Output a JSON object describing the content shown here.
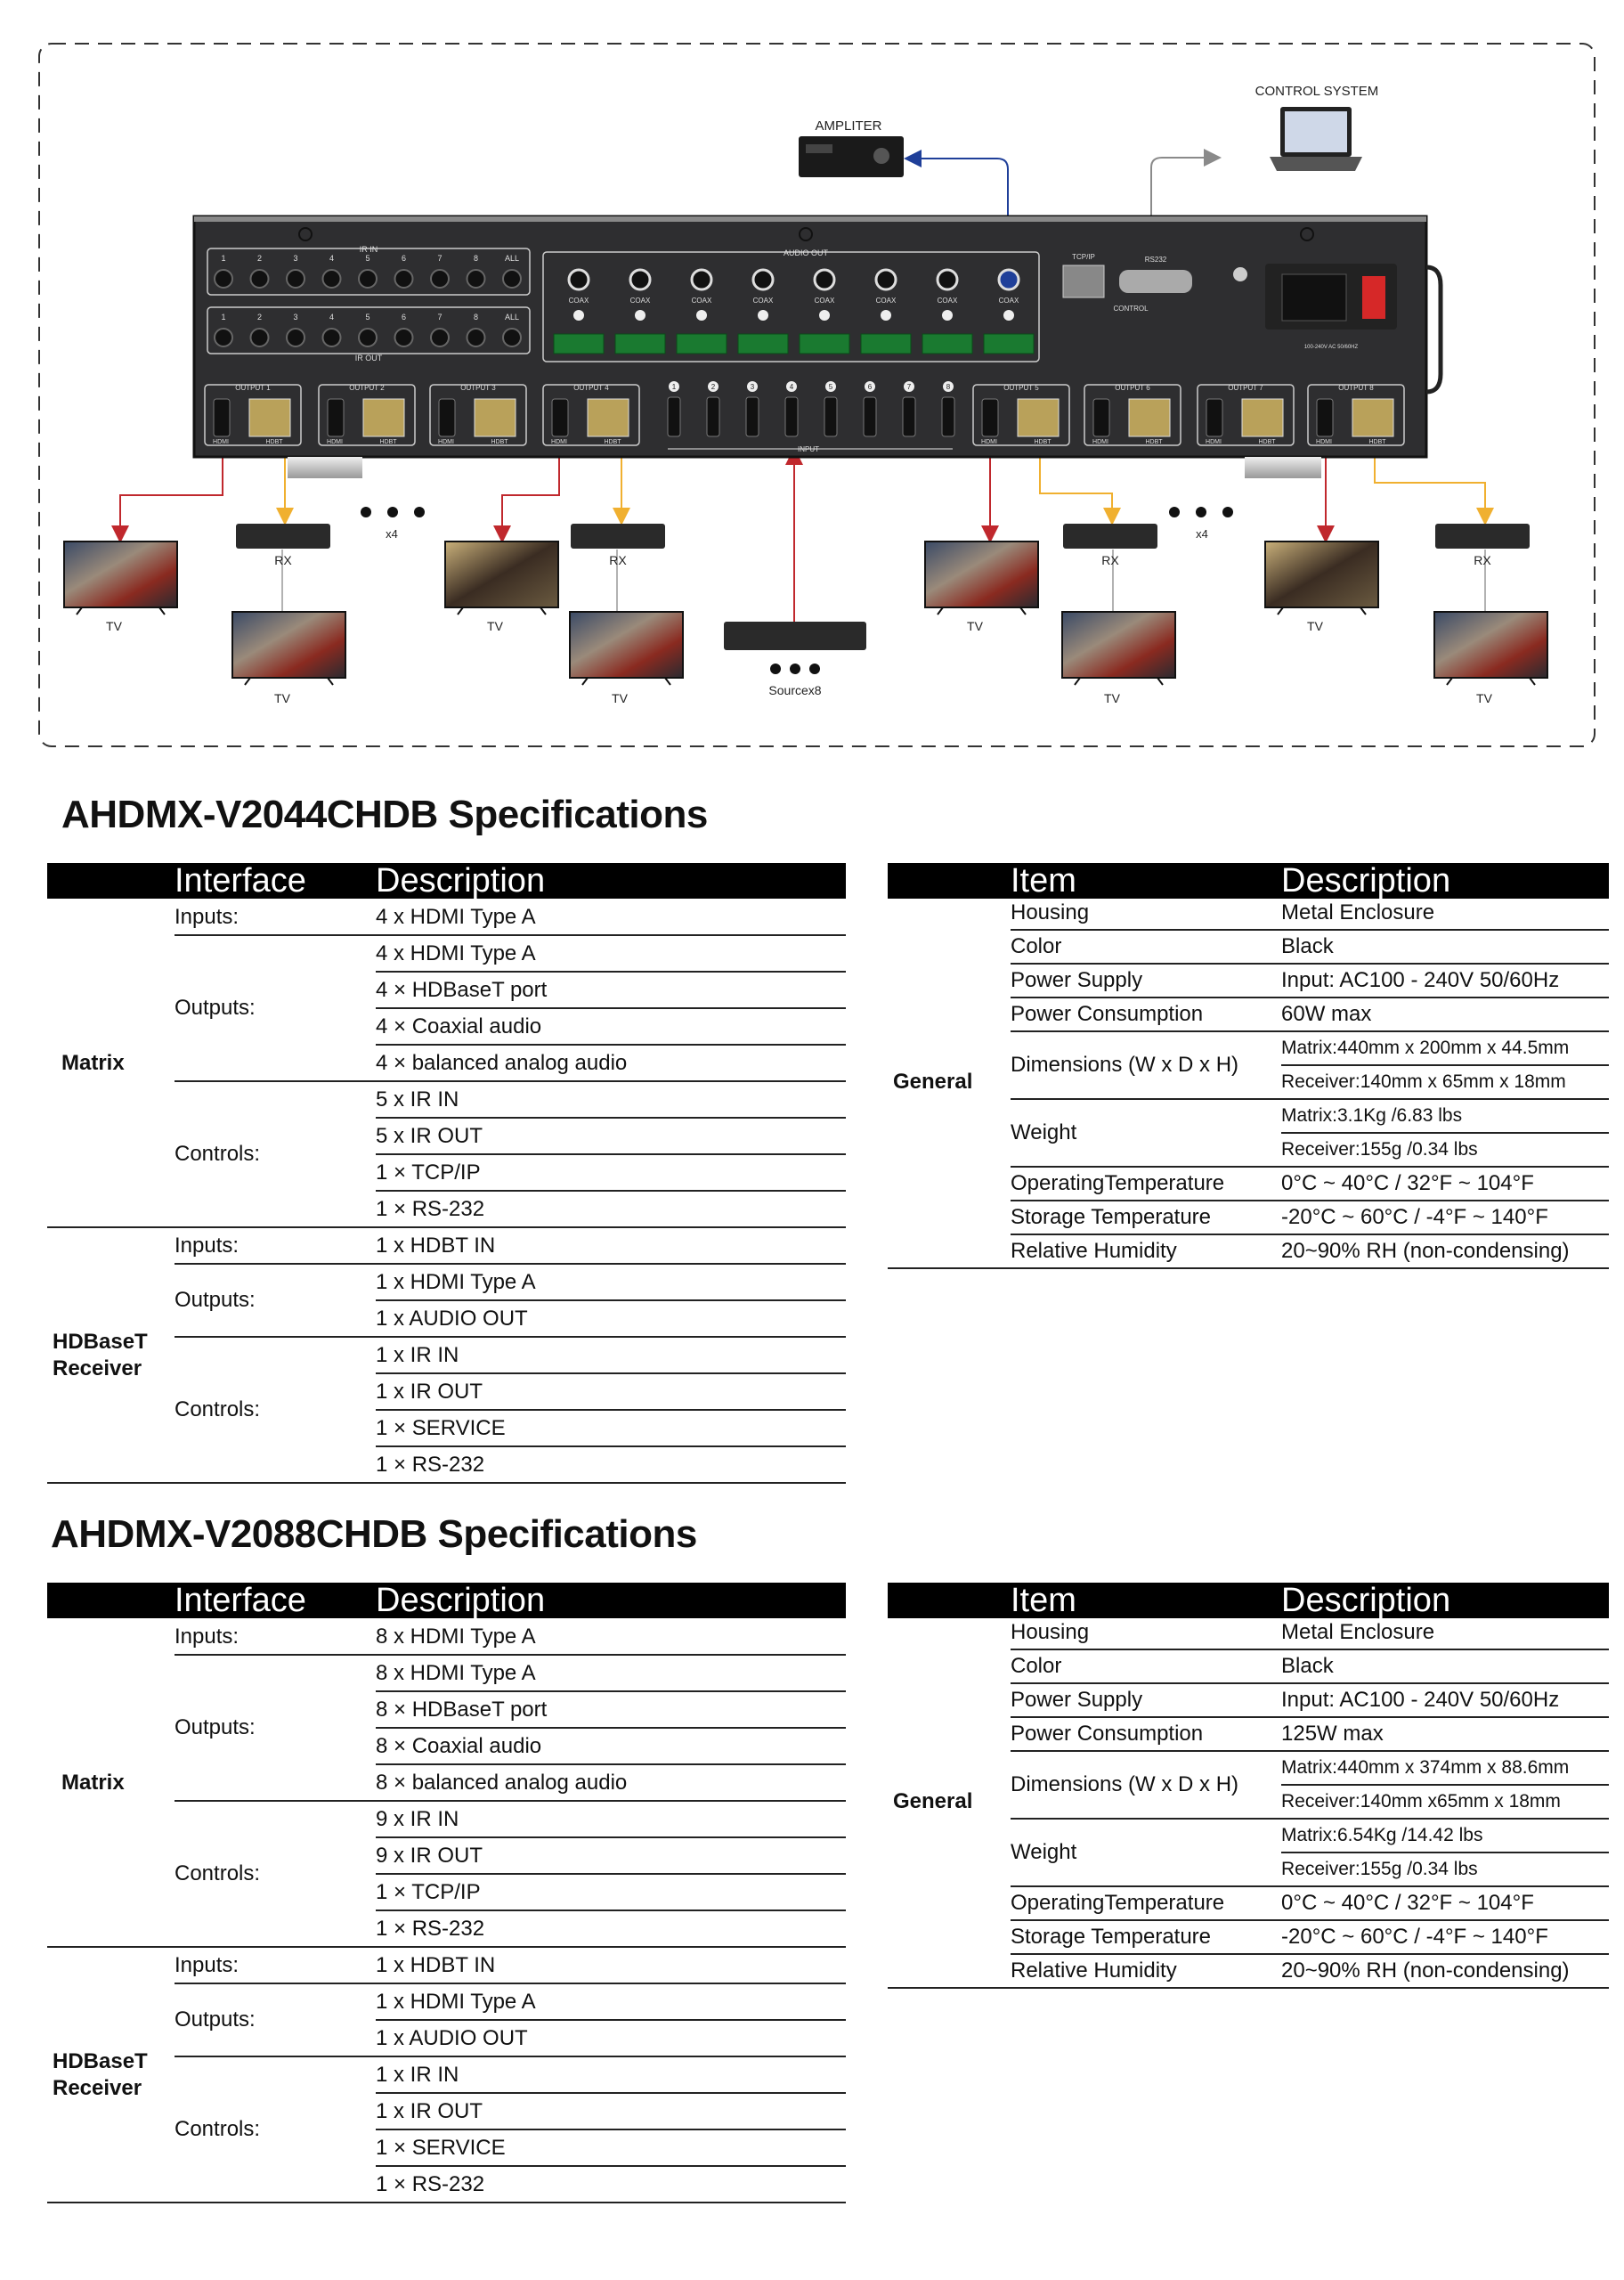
{
  "diagram": {
    "amplifier_label": "AMPLITER",
    "control_system_label": "CONTROL SYSTEM",
    "rx_label": "RX",
    "tv_label": "TV",
    "source_label": "Sourcex8",
    "multiplier_label": "x4",
    "device": {
      "ir_in": "IR IN",
      "ir_out": "IR OUT",
      "ir_port_labels": [
        "1",
        "2",
        "3",
        "4",
        "5",
        "6",
        "7",
        "8",
        "ALL"
      ],
      "audio_out": "AUDIO OUT",
      "coax": "COAX",
      "tcpip": "TCP/IP",
      "rs232": "RS232",
      "control": "CONTROL",
      "input": "INPUT",
      "hdmi": "HDMI",
      "hdbt": "HDBT",
      "outputs": [
        "OUTPUT 1",
        "OUTPUT 2",
        "OUTPUT 3",
        "OUTPUT 4",
        "OUTPUT 5",
        "OUTPUT 6",
        "OUTPUT 7",
        "OUTPUT 8"
      ],
      "input_numbers": [
        "1",
        "2",
        "3",
        "4",
        "5",
        "6",
        "7",
        "8"
      ],
      "power_rating": "100-240V AC 50/60HZ"
    },
    "colors": {
      "hdmi_line": "#c0282d",
      "hdbt_line": "#f0b030",
      "audio_line": "#1f3f99",
      "control_line": "#8a8a8a"
    }
  },
  "spec1": {
    "title": "AHDMX-V2044CHDB Specifications",
    "left": {
      "header": [
        "Interface",
        "Description"
      ],
      "groups": [
        {
          "name": "Matrix",
          "sections": [
            {
              "label": "Inputs:",
              "items": [
                "4 x HDMI Type A"
              ]
            },
            {
              "label": "Outputs:",
              "items": [
                "4 x HDMI Type A",
                "4 × HDBaseT port",
                "4 × Coaxial audio",
                "4 × balanced analog audio"
              ]
            },
            {
              "label": "Controls:",
              "items": [
                "5 x IR IN",
                "5 x IR OUT",
                "1 × TCP/IP",
                "1 × RS-232"
              ]
            }
          ]
        },
        {
          "name": "HDBaseT Receiver",
          "sections": [
            {
              "label": "Inputs:",
              "items": [
                "1 x HDBT IN"
              ]
            },
            {
              "label": "Outputs:",
              "items": [
                "1 x HDMI Type A",
                "1 x AUDIO OUT"
              ]
            },
            {
              "label": "Controls:",
              "items": [
                "1 x IR IN",
                "1 x IR OUT",
                "1 × SERVICE",
                "1 × RS-232"
              ]
            }
          ]
        }
      ]
    },
    "right": {
      "header": [
        "Item",
        "Description"
      ],
      "group": "General",
      "rows": [
        {
          "item": "Housing",
          "values": [
            "Metal Enclosure"
          ]
        },
        {
          "item": "Color",
          "values": [
            "Black"
          ]
        },
        {
          "item": "Power Supply",
          "values": [
            "Input: AC100 - 240V 50/60Hz"
          ]
        },
        {
          "item": "Power Consumption",
          "values": [
            "60W max"
          ]
        },
        {
          "item": "Dimensions (W x D x H)",
          "values": [
            "Matrix:440mm x 200mm x 44.5mm",
            "Receiver:140mm x 65mm x 18mm"
          ]
        },
        {
          "item": "Weight",
          "values": [
            "Matrix:3.1Kg /6.83 lbs",
            "Receiver:155g /0.34 lbs"
          ]
        },
        {
          "item": "OperatingTemperature",
          "values": [
            "0°C ~ 40°C / 32°F ~ 104°F"
          ]
        },
        {
          "item": "Storage Temperature",
          "values": [
            "-20°C ~ 60°C / -4°F ~ 140°F"
          ]
        },
        {
          "item": "Relative Humidity",
          "values": [
            "20~90% RH (non-condensing)"
          ]
        }
      ]
    }
  },
  "spec2": {
    "title": "AHDMX-V2088CHDB Specifications",
    "left": {
      "header": [
        "Interface",
        "Description"
      ],
      "groups": [
        {
          "name": "Matrix",
          "sections": [
            {
              "label": "Inputs:",
              "items": [
                "8 x HDMI Type A"
              ]
            },
            {
              "label": "Outputs:",
              "items": [
                "8 x HDMI Type A",
                "8 × HDBaseT port",
                "8 × Coaxial audio",
                "8 × balanced analog audio"
              ]
            },
            {
              "label": "Controls:",
              "items": [
                "9 x IR IN",
                "9 x IR OUT",
                "1 × TCP/IP",
                "1 × RS-232"
              ]
            }
          ]
        },
        {
          "name": "HDBaseT Receiver",
          "sections": [
            {
              "label": "Inputs:",
              "items": [
                "1 x HDBT IN"
              ]
            },
            {
              "label": "Outputs:",
              "items": [
                "1 x HDMI Type A",
                "1 x AUDIO OUT"
              ]
            },
            {
              "label": "Controls:",
              "items": [
                "1 x IR IN",
                "1 x IR OUT",
                "1 × SERVICE",
                "1 × RS-232"
              ]
            }
          ]
        }
      ]
    },
    "right": {
      "header": [
        "Item",
        "Description"
      ],
      "group": "General",
      "rows": [
        {
          "item": "Housing",
          "values": [
            "Metal Enclosure"
          ]
        },
        {
          "item": "Color",
          "values": [
            "Black"
          ]
        },
        {
          "item": "Power Supply",
          "values": [
            "Input: AC100 - 240V 50/60Hz"
          ]
        },
        {
          "item": "Power Consumption",
          "values": [
            "125W max"
          ]
        },
        {
          "item": "Dimensions (W x D x H)",
          "values": [
            "Matrix:440mm x 374mm x 88.6mm",
            "Receiver:140mm x65mm x 18mm"
          ]
        },
        {
          "item": "Weight",
          "values": [
            "Matrix:6.54Kg /14.42 lbs",
            "Receiver:155g /0.34 lbs"
          ]
        },
        {
          "item": "OperatingTemperature",
          "values": [
            "0°C ~ 40°C / 32°F ~ 104°F"
          ]
        },
        {
          "item": "Storage Temperature",
          "values": [
            "-20°C ~ 60°C / -4°F ~ 140°F"
          ]
        },
        {
          "item": "Relative Humidity",
          "values": [
            "20~90% RH (non-condensing)"
          ]
        }
      ]
    }
  }
}
